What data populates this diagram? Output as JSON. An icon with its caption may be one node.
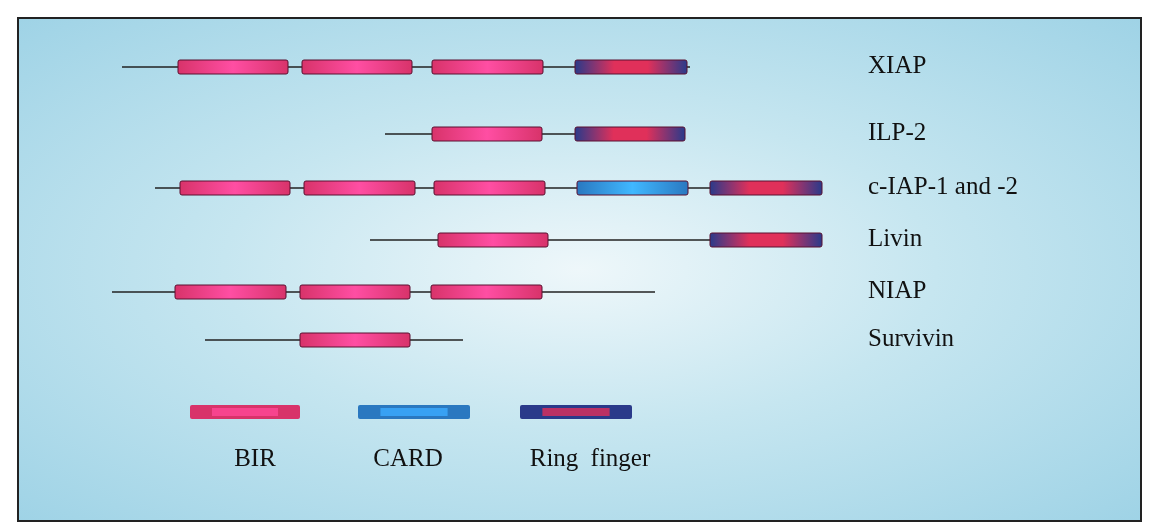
{
  "diagram": {
    "labels": [
      "XIAP",
      "ILP-2",
      "c-IAP-1 and -2",
      "Livin",
      "NIAP",
      "Survivin"
    ],
    "legend": [
      {
        "text": "BIR",
        "color": "#d8336a"
      },
      {
        "text": "CARD",
        "color": "#2a78c0"
      },
      {
        "text": "Ring finger",
        "color": "#2a3a8a"
      }
    ]
  }
}
